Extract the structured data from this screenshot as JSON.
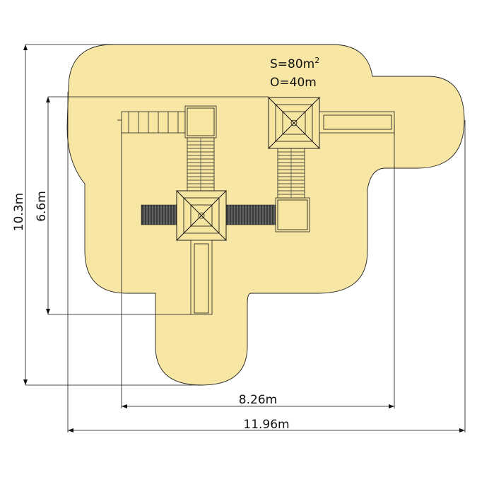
{
  "annotations": {
    "area": "S=80m",
    "area_superscript": "2",
    "perimeter": "O=40m"
  },
  "dimensions": {
    "total_height": "10.3m",
    "equipment_height": "6.6m",
    "equipment_width": "8.26m",
    "total_width": "11.96m"
  },
  "colors": {
    "safety_area": "#f8e7a4",
    "outline": "#222222",
    "dark_panel": "#3b3b3b"
  }
}
